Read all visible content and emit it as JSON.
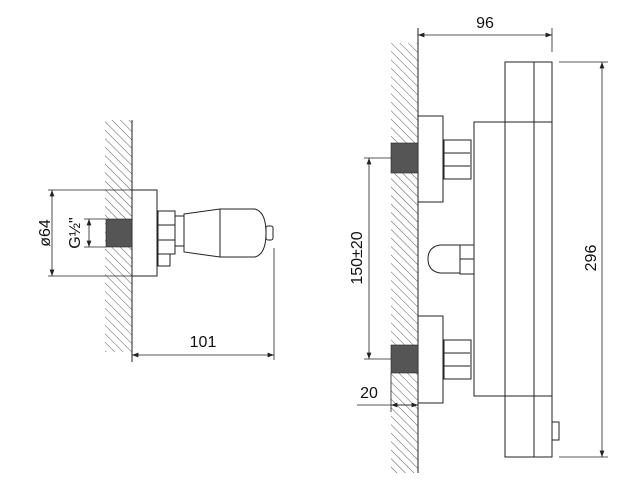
{
  "side_view": {
    "diameter_label": "ø64",
    "thread_label": "G½\"",
    "depth_label": "101"
  },
  "front_view": {
    "width_label": "96",
    "height_label": "296",
    "spacing_label": "150±20",
    "offset_label": "20"
  }
}
